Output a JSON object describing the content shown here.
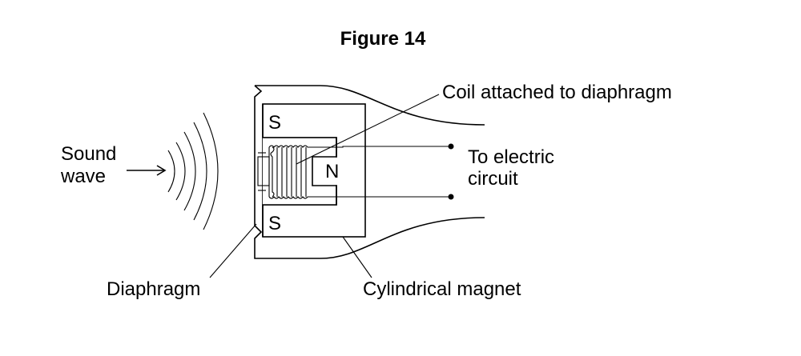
{
  "figure": {
    "title": "Figure 14"
  },
  "labels": {
    "sound_wave_line1": "Sound",
    "sound_wave_line2": "wave",
    "coil": "Coil attached to diaphragm",
    "to_circuit_line1": "To electric",
    "to_circuit_line2": "circuit",
    "diaphragm": "Diaphragm",
    "magnet": "Cylindrical magnet",
    "pole_s_top": "S",
    "pole_n": "N",
    "pole_s_bottom": "S"
  }
}
